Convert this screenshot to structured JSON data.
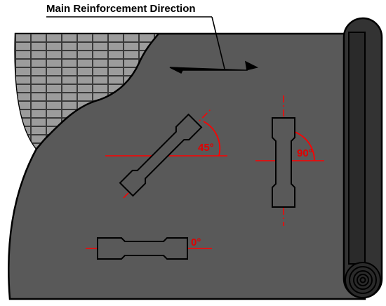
{
  "diagram": {
    "title": "Main Reinforcement Direction",
    "specimens": [
      {
        "angle_label": "45°"
      },
      {
        "angle_label": "90°"
      },
      {
        "angle_label": "0°"
      }
    ],
    "colors": {
      "sheet": "#595959",
      "roll": "#2b2b2b",
      "mesh_cell": "#9c9c9c",
      "outline": "#000000",
      "axis_lines": "#ff0000",
      "angle_text": "#e00000"
    }
  }
}
